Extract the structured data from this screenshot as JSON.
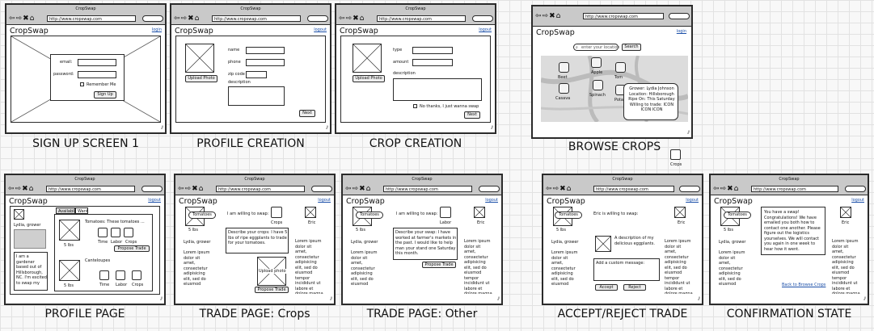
{
  "browser": {
    "window_title": "CropSwap",
    "url": "http://www.cropswap.com",
    "nav_glyphs": "⇦⇨✖⌂"
  },
  "app_name": "CropSwap",
  "screens": {
    "signup": {
      "caption": "SIGN UP SCREEN 1",
      "link": "login",
      "email_label": "email:",
      "password_label": "password:",
      "remember": "Remember Me",
      "button": "Sign Up"
    },
    "profile_creation": {
      "caption": "PROFILE CREATION",
      "link": "logout",
      "name_label": "name",
      "phone_label": "phone",
      "zip_label": "zip code",
      "description_label": "description",
      "upload": "Upload Photo",
      "next": "Next"
    },
    "crop_creation": {
      "caption": "CROP CREATION",
      "link": "logout",
      "type_label": "type",
      "amount_label": "amount",
      "description_label": "description",
      "upload": "Upload Photo",
      "no_thanks": "No thanks, I just wanna swap",
      "next": "Next"
    },
    "browse": {
      "caption": "BROWSE CROPS",
      "link": "login",
      "search_placeholder": "enter your location",
      "search_button": "Search",
      "pins": [
        "Beet",
        "Apple",
        "Tom",
        "Casava",
        "Spinach",
        "Pota"
      ],
      "tooltip": "Grower: Lydia Johnson Location: Hillsborough Ripe On: This Saturday Willing to trade: ICON ICON ICON",
      "legend": "Crops"
    },
    "profile_page": {
      "caption": "PROFILE PAGE",
      "link": "logout",
      "grower": "Lydia, grower",
      "bio": "I am a gardener based out of Hillsborough, NC. I'm excited to swap my",
      "tab_available": "Available",
      "tab_want": "Want",
      "item1_name": "Tomatoes: These tomatoes ...",
      "item1_qty": "5 lbs",
      "item2_name": "Canteloupes",
      "item2_qty": "5 lbs",
      "icons": [
        "Time",
        "Labor",
        "Crops"
      ],
      "propose": "Propose Trade"
    },
    "trade_crops": {
      "caption": "TRADE PAGE: Crops",
      "link": "logout",
      "bubble": "Tomatoes",
      "qty": "5 lbs",
      "willing": "I am willing to swap:",
      "option": "Crops",
      "grower": "Lydia, grower",
      "other": "Eric",
      "describe": "Describe your crops: I have 5 lbs of ripe eggplants to trade for your tomatoes.",
      "upload": "Upload photo",
      "propose": "Propose Trade",
      "lorem": "Lorem ipsum dolor sit amet, consectetur adipisicing elit, sed do eiusmod",
      "lorem_long": "Lorem ipsum dolor sit amet, consectetur adipisicing elit, sed do eiusmod tempor incididunt ut labore et dolore magna"
    },
    "trade_other": {
      "caption": "TRADE PAGE: Other",
      "link": "logout",
      "bubble": "Tomatoes",
      "qty": "5 lbs",
      "willing": "I am willing to swap:",
      "option": "Labor",
      "grower": "Lydia, grower",
      "other": "Eric",
      "describe": "Describe your swap: I have worked at farmer's markets in the past. I would like to help man your stand one Saturday this month.",
      "propose": "Propose Trade",
      "lorem": "Lorem ipsum dolor sit amet, consectetur adipisicing elit, sed do eiusmod",
      "lorem_long": "Lorem ipsum dolor sit amet, consectetur adipisicing elit, sed do eiusmod tempor incididunt ut labore et dolore magna"
    },
    "accept_reject": {
      "caption": "ACCEPT/REJECT TRADE",
      "link": "logout",
      "bubble": "Tomatoes",
      "qty": "5 lbs",
      "willing": "Eric is willing to swap:",
      "desc": "A description of my delicious eggplants.",
      "custom": "Add a custom message:",
      "accept": "Accept",
      "reject": "Reject",
      "grower": "Lydia, grower",
      "other": "Eric",
      "lorem": "Lorem ipsum dolor sit amet, consectetur adipisicing elit, sed do eiusmod",
      "lorem_long": "Lorem ipsum dolor sit amet, consectetur adipisicing elit, sed do eiusmod tempor incididunt ut labore et dolore magna"
    },
    "confirmation": {
      "caption": "CONFIRMATION STATE",
      "link": "logout",
      "bubble": "Tomatoes",
      "qty": "5 lbs",
      "message": "You have a swap! Congratulations! We have emailed you both how to contact one another. Please figure out the logistics yourselves. We will contact you again in one week to hear how it went.",
      "back": "Back to Browse Crops",
      "grower": "Lydia, grower",
      "other": "Eric",
      "lorem": "Lorem ipsum dolor sit amet, consectetur adipisicing elit, sed do eiusmod",
      "lorem_long": "Lorem ipsum dolor sit amet, consectetur adipisicing elit, sed do eiusmod tempor incididunt ut labore et dolore magna"
    }
  }
}
